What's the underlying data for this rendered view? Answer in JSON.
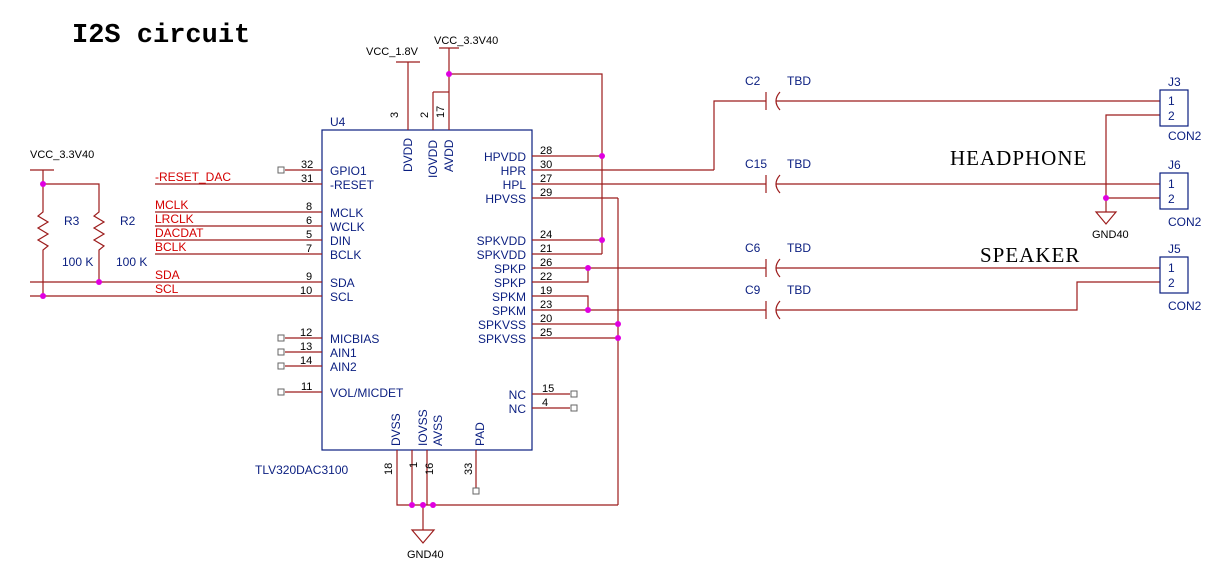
{
  "title": "I2S circuit",
  "labels": {
    "headphone": "HEADPHONE",
    "speaker": "SPEAKER"
  },
  "power": {
    "vcc18": "VCC_1.8V",
    "vcc33_top": "VCC_3.3V40",
    "vcc33_left": "VCC_3.3V40",
    "gnd_headphone": "GND40",
    "gnd_bottom": "GND40"
  },
  "resistors": [
    {
      "ref": "R3",
      "value": "100 K"
    },
    {
      "ref": "R2",
      "value": "100 K"
    }
  ],
  "nets": [
    "-RESET_DAC",
    "MCLK",
    "LRCLK",
    "DACDAT",
    "BCLK",
    "SDA",
    "SCL"
  ],
  "ic": {
    "ref": "U4",
    "part": "TLV320DAC3100",
    "left_pins": [
      {
        "name": "GPIO1",
        "num": "32"
      },
      {
        "name": "-RESET",
        "num": "31"
      },
      {
        "name": "MCLK",
        "num": "8"
      },
      {
        "name": "WCLK",
        "num": "6"
      },
      {
        "name": "DIN",
        "num": "5"
      },
      {
        "name": "BCLK",
        "num": "7"
      },
      {
        "name": "SDA",
        "num": "9"
      },
      {
        "name": "SCL",
        "num": "10"
      },
      {
        "name": "MICBIAS",
        "num": "12"
      },
      {
        "name": "AIN1",
        "num": "13"
      },
      {
        "name": "AIN2",
        "num": "14"
      },
      {
        "name": "VOL/MICDET",
        "num": "11"
      }
    ],
    "right_pins": [
      {
        "name": "HPVDD",
        "num": "28"
      },
      {
        "name": "HPR",
        "num": "30"
      },
      {
        "name": "HPL",
        "num": "27"
      },
      {
        "name": "HPVSS",
        "num": "29"
      },
      {
        "name": "SPKVDD",
        "num": "24"
      },
      {
        "name": "SPKVDD",
        "num": "21"
      },
      {
        "name": "SPKP",
        "num": "26"
      },
      {
        "name": "SPKP",
        "num": "22"
      },
      {
        "name": "SPKM",
        "num": "19"
      },
      {
        "name": "SPKM",
        "num": "23"
      },
      {
        "name": "SPKVSS",
        "num": "20"
      },
      {
        "name": "SPKVSS",
        "num": "25"
      },
      {
        "name": "NC",
        "num": "15"
      },
      {
        "name": "NC",
        "num": "4"
      }
    ],
    "top_pins": [
      {
        "name": "DVDD",
        "num": "3"
      },
      {
        "name": "IOVDD",
        "num": "2"
      },
      {
        "name": "AVDD",
        "num": "17"
      }
    ],
    "bottom_pins": [
      {
        "name": "DVSS",
        "num": "18"
      },
      {
        "name": "IOVSS",
        "num": "1"
      },
      {
        "name": "AVSS",
        "num": "16"
      },
      {
        "name": "PAD",
        "num": "33"
      }
    ]
  },
  "capacitors": [
    {
      "ref": "C2",
      "value": "TBD"
    },
    {
      "ref": "C15",
      "value": "TBD"
    },
    {
      "ref": "C6",
      "value": "TBD"
    },
    {
      "ref": "C9",
      "value": "TBD"
    }
  ],
  "connectors": [
    {
      "ref": "J3",
      "type": "CON2",
      "pin1": "1",
      "pin2": "2"
    },
    {
      "ref": "J6",
      "type": "CON2",
      "pin1": "1",
      "pin2": "2"
    },
    {
      "ref": "J5",
      "type": "CON2",
      "pin1": "1",
      "pin2": "2"
    }
  ]
}
